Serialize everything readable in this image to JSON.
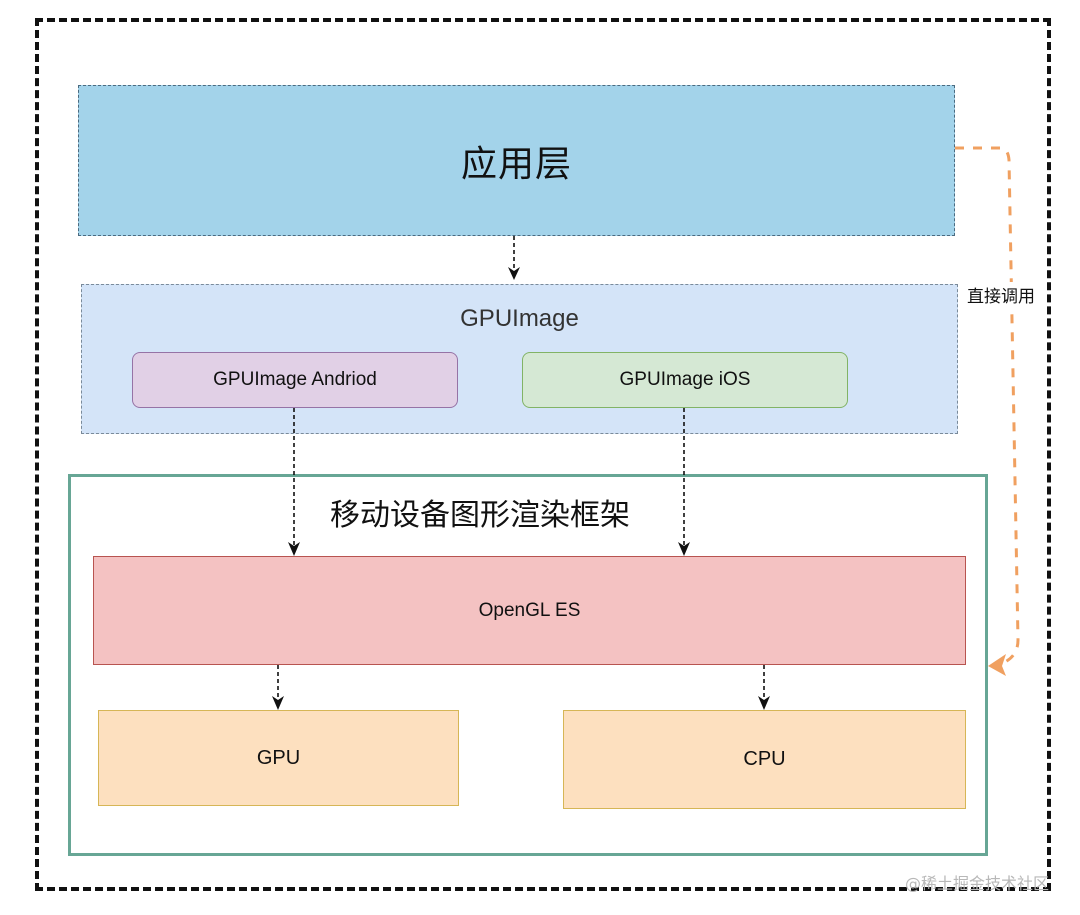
{
  "diagram": {
    "type": "architecture-layers",
    "nodes": {
      "app_layer": {
        "label": "应用层",
        "fill": "#a3d3ea",
        "border": "#4a6a80"
      },
      "gpuimage": {
        "label": "GPUImage",
        "fill": "#d4e4f8",
        "children": {
          "android": {
            "label": "GPUImage Andriod",
            "fill": "#e1d0e6",
            "border": "#9673a6"
          },
          "ios": {
            "label": "GPUImage iOS",
            "fill": "#d5e8d4",
            "border": "#82b366"
          }
        }
      },
      "render_framework": {
        "label": "移动设备图形渲染框架",
        "border": "#67a695",
        "children": {
          "opengl": {
            "label": "OpenGL ES",
            "fill": "#f4c2c2",
            "border": "#b85450"
          },
          "gpu": {
            "label": "GPU",
            "fill": "#fde0bf",
            "border": "#d6b656"
          },
          "cpu": {
            "label": "CPU",
            "fill": "#fde0bf",
            "border": "#d6b656"
          }
        }
      }
    },
    "edges": [
      {
        "from": "应用层",
        "to": "GPUImage",
        "style": "dashed",
        "color": "#111111"
      },
      {
        "from": "GPUImage Andriod",
        "to": "OpenGL ES",
        "style": "dashed",
        "color": "#111111"
      },
      {
        "from": "GPUImage iOS",
        "to": "OpenGL ES",
        "style": "dashed",
        "color": "#111111"
      },
      {
        "from": "OpenGL ES",
        "to": "GPU",
        "style": "dashed",
        "color": "#111111"
      },
      {
        "from": "OpenGL ES",
        "to": "CPU",
        "style": "dashed",
        "color": "#111111"
      },
      {
        "from": "应用层",
        "to": "移动设备图形渲染框架",
        "style": "dashed",
        "color": "#f0a060",
        "label": "直接调用"
      }
    ],
    "direct_call_label": "直接调用",
    "watermark": "@稀土掘金技术社区"
  }
}
